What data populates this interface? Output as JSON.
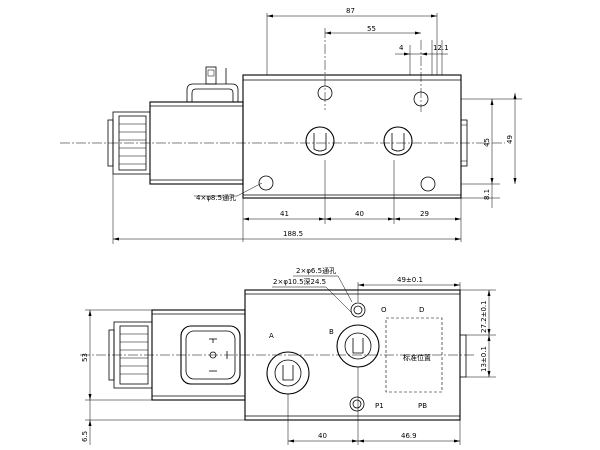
{
  "top_view": {
    "dim_overall_width": "87",
    "dim_hole_spacing": "55",
    "dim_small_offset": "4",
    "dim_edge_offset": "12.1",
    "dim_height_inner": "45",
    "dim_height_outer": "49",
    "dim_bottom_offset": "8.1",
    "dim_seg_left": "41",
    "dim_seg_mid": "40",
    "dim_seg_right": "29",
    "dim_total_length": "188.5",
    "note_holes": "4×φ8.5通孔"
  },
  "bottom_view": {
    "note_through_holes": "2×φ6.5通孔",
    "note_counterbore": "2×φ10.5深24.5",
    "dim_port_width": "49±0.1",
    "dim_side_27": "27.2±0.1",
    "dim_side_13": "13±0.1",
    "dim_height_53": "53",
    "dim_offset_65": "6.5",
    "dim_bottom_40": "40",
    "dim_bottom_469": "46.9",
    "port_A": "A",
    "port_B": "B",
    "port_O": "O",
    "port_D": "D",
    "port_P1": "P1",
    "port_PB": "PB",
    "label_std_position": "标准位置"
  }
}
